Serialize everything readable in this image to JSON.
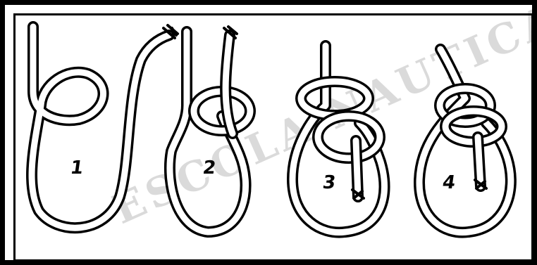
{
  "steps": [
    {
      "label": "1"
    },
    {
      "label": "2"
    },
    {
      "label": "3"
    },
    {
      "label": "4"
    }
  ],
  "watermark": "ESCOLA NAUTICA",
  "colors": {
    "ink": "#000000",
    "paper": "#ffffff"
  }
}
